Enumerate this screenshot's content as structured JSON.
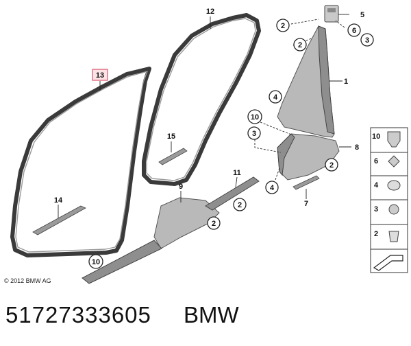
{
  "labels": {
    "l1": "1",
    "l5": "5",
    "l6": "6",
    "l8": "8",
    "l12": "12",
    "l13": "13",
    "l14": "14",
    "l15": "15",
    "l9": "9",
    "l11": "11",
    "l7": "7",
    "c2a": "2",
    "c2b": "2",
    "c3a": "3",
    "c4a": "4",
    "c10a": "10",
    "c3b": "3",
    "c2c": "2",
    "c4b": "4",
    "c2d": "2",
    "c2e": "2",
    "c10b": "10"
  },
  "sidebar": [
    "10",
    "6",
    "4",
    "3",
    "2"
  ],
  "copyright": "© 2012 BMW AG",
  "part_number": "51727333605",
  "brand": "BMW"
}
